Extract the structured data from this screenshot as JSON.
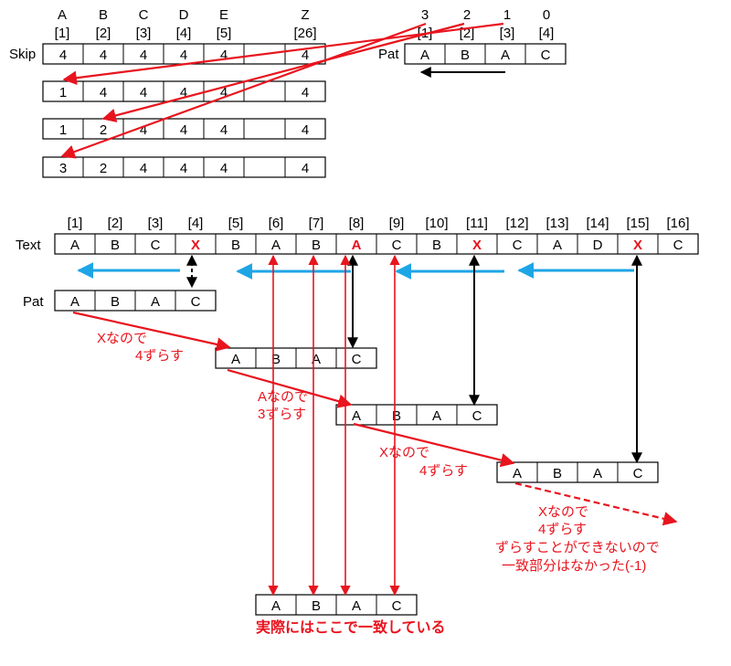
{
  "colors": {
    "red": "#e8141e",
    "blue": "#1ea5e6",
    "black": "#000000",
    "box_border": "#000000"
  },
  "skip_table": {
    "row_label": "Skip",
    "letters": [
      "A",
      "B",
      "C",
      "D",
      "E",
      "",
      "Z"
    ],
    "indices": [
      "[1]",
      "[2]",
      "[3]",
      "[4]",
      "[5]",
      "",
      "[26]"
    ],
    "rows": [
      [
        "4",
        "4",
        "4",
        "4",
        "4",
        "",
        "4"
      ],
      [
        "1",
        "4",
        "4",
        "4",
        "4",
        "",
        "4"
      ],
      [
        "1",
        "2",
        "4",
        "4",
        "4",
        "",
        "4"
      ],
      [
        "3",
        "2",
        "4",
        "4",
        "4",
        "",
        "4"
      ]
    ]
  },
  "pat_top": {
    "row_label": "Pat",
    "shift_values": [
      "3",
      "2",
      "1",
      "0"
    ],
    "indices": [
      "[1]",
      "[2]",
      "[3]",
      "[4]"
    ],
    "cells": [
      "A",
      "B",
      "A",
      "C"
    ]
  },
  "text_row": {
    "row_label": "Text",
    "indices": [
      "[1]",
      "[2]",
      "[3]",
      "[4]",
      "[5]",
      "[6]",
      "[7]",
      "[8]",
      "[9]",
      "[10]",
      "[11]",
      "[12]",
      "[13]",
      "[14]",
      "[15]",
      "[16]"
    ],
    "cells": [
      "A",
      "B",
      "C",
      "X",
      "B",
      "A",
      "B",
      "A",
      "C",
      "B",
      "X",
      "C",
      "A",
      "D",
      "X",
      "C"
    ],
    "highlight_positions": [
      4,
      8,
      11,
      15
    ]
  },
  "pattern_positions": {
    "row_label": "Pat",
    "cells": [
      "A",
      "B",
      "A",
      "C"
    ],
    "start_positions": [
      1,
      5,
      8,
      12,
      6
    ]
  },
  "annotations": [
    {
      "line1": "Xなので",
      "line2": "4ずらす"
    },
    {
      "line1": "Aなので",
      "line2": "3ずらす"
    },
    {
      "line1": "Xなので",
      "line2": "4ずらす"
    },
    {
      "line1": "Xなので",
      "line2": "4ずらす",
      "line3": "ずらすことができないので",
      "line4": "一致部分はなかった(-1)"
    }
  ],
  "bottom_caption": "実際にはここで一致している"
}
